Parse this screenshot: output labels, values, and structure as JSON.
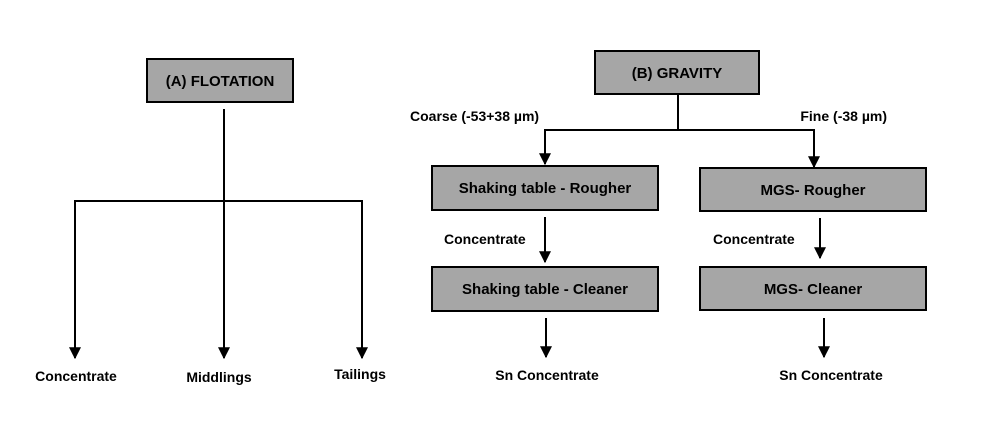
{
  "flotation": {
    "title": "(A) FLOTATION",
    "outputs": [
      "Concentrate",
      "Middlings",
      "Tailings"
    ]
  },
  "gravity": {
    "title": "(B) GRAVITY",
    "coarse_label": "Coarse (-53+38 µm)",
    "fine_label": "Fine (-38 µm)",
    "coarse": {
      "rougher": "Shaking table - Rougher",
      "step_label": "Concentrate",
      "cleaner": "Shaking table - Cleaner",
      "output": "Sn Concentrate"
    },
    "fine": {
      "rougher": "MGS- Rougher",
      "step_label": "Concentrate",
      "cleaner": "MGS- Cleaner",
      "output": "Sn Concentrate"
    }
  },
  "colors": {
    "box_fill": "#a6a6a6",
    "stroke": "#000000"
  }
}
